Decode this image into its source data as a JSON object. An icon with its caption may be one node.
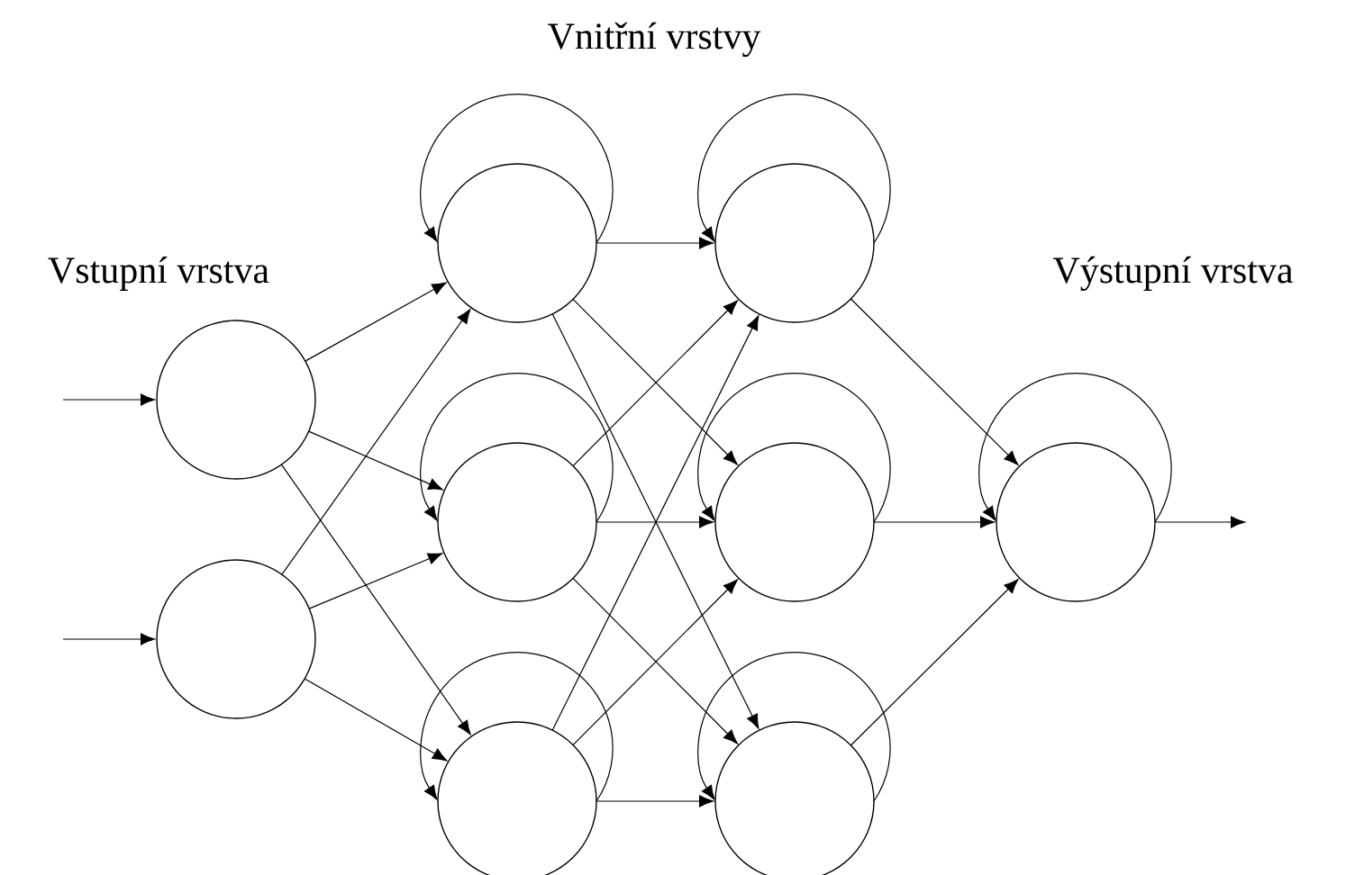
{
  "diagram": {
    "nodes": [
      {
        "text": [],
        "shape": "circle"
      },
      {
        "text": [],
        "shape": "circle"
      },
      {
        "text": [],
        "shape": "circle"
      },
      {
        "text": [],
        "shape": "circle"
      },
      {
        "text": [],
        "shape": "circle"
      },
      {
        "text": [],
        "shape": "circle"
      },
      {
        "text": [],
        "shape": "circle"
      },
      {
        "text": [],
        "shape": "circle"
      },
      {
        "text": [],
        "shape": "circle"
      }
    ],
    "edges": [
      {
        "from": null,
        "to": 0,
        "arrow": "to"
      },
      {
        "from": null,
        "to": 1,
        "arrow": "to"
      },
      {
        "from": 0,
        "to": 2,
        "arrow": "to"
      },
      {
        "from": 0,
        "to": 3,
        "arrow": "to"
      },
      {
        "from": 0,
        "to": 4,
        "arrow": "to"
      },
      {
        "from": 1,
        "to": 2,
        "arrow": "to"
      },
      {
        "from": 1,
        "to": 3,
        "arrow": "to"
      },
      {
        "from": 1,
        "to": 4,
        "arrow": "to"
      },
      {
        "from": 2,
        "to": 2,
        "arrow": "to"
      },
      {
        "from": 3,
        "to": 3,
        "arrow": "to"
      },
      {
        "from": 4,
        "to": 4,
        "arrow": "to"
      },
      {
        "from": 2,
        "to": 5,
        "arrow": "to"
      },
      {
        "from": 2,
        "to": 6,
        "arrow": "to"
      },
      {
        "from": 2,
        "to": 7,
        "arrow": "to"
      },
      {
        "from": 3,
        "to": 5,
        "arrow": "to"
      },
      {
        "from": 3,
        "to": 6,
        "arrow": "to"
      },
      {
        "from": 3,
        "to": 7,
        "arrow": "to"
      },
      {
        "from": 4,
        "to": 5,
        "arrow": "to"
      },
      {
        "from": 4,
        "to": 6,
        "arrow": "to"
      },
      {
        "from": 4,
        "to": 7,
        "arrow": "to"
      },
      {
        "from": 5,
        "to": 5,
        "arrow": "to"
      },
      {
        "from": 6,
        "to": 6,
        "arrow": "to"
      },
      {
        "from": 7,
        "to": 7,
        "arrow": "to"
      },
      {
        "from": 5,
        "to": 8,
        "arrow": "to"
      },
      {
        "from": 6,
        "to": 8,
        "arrow": "to"
      },
      {
        "from": 7,
        "to": 8,
        "arrow": "to"
      },
      {
        "from": 8,
        "to": 8,
        "arrow": "to"
      },
      {
        "from": 8,
        "to": null,
        "arrow": "to"
      }
    ],
    "labels": [
      "Vnitřní vrstvy",
      "Vstupní vrstva",
      "Výstupní vrstva"
    ]
  }
}
